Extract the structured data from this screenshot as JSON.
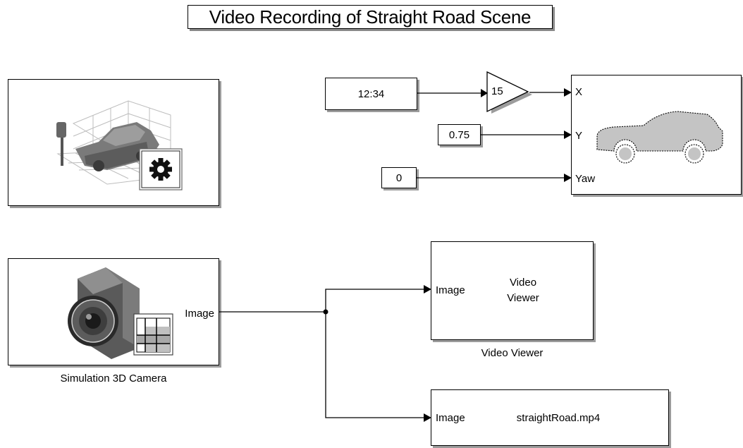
{
  "title": "Video Recording of Straight Road Scene",
  "blocks": {
    "scene_config": {
      "icon": "scene-configuration-icon",
      "gear_icon": "gear-icon"
    },
    "const_x": {
      "value": "12:34"
    },
    "gain": {
      "value": "15"
    },
    "const_y": {
      "value": "0.75"
    },
    "const_yaw": {
      "value": "0"
    },
    "vehicle": {
      "icon": "sedan-car-icon",
      "ports": {
        "x": "X",
        "y": "Y",
        "yaw": "Yaw"
      }
    },
    "camera": {
      "icon": "camera-icon",
      "port_out": "Image",
      "caption": "Simulation 3D Camera"
    },
    "video_viewer": {
      "port_in": "Image",
      "label_line1": "Video",
      "label_line2": "Viewer",
      "caption": "Video Viewer"
    },
    "file_writer": {
      "port_in": "Image",
      "filename": "straightRoad.mp4"
    }
  },
  "colors": {
    "line": "#000000",
    "shadow": "#9c9c9c",
    "car_fill": "#c4c4c4",
    "camera_body": "#6e6e6e"
  }
}
